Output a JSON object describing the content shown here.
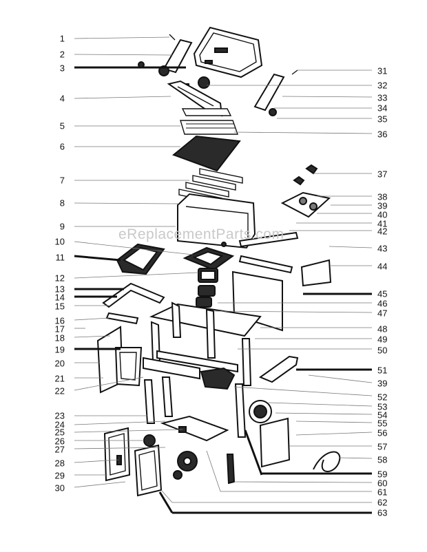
{
  "watermark": "eReplacementParts.com",
  "left_labels": [
    "1",
    "2",
    "3",
    "4",
    "5",
    "6",
    "7",
    "8",
    "9",
    "10",
    "11",
    "12",
    "13",
    "14",
    "15",
    "16",
    "17",
    "18",
    "19",
    "20",
    "21",
    "22",
    "23",
    "24",
    "25",
    "26",
    "27",
    "28",
    "29",
    "30"
  ],
  "right_labels": [
    "31",
    "32",
    "33",
    "34",
    "35",
    "36",
    "37",
    "38",
    "39",
    "40",
    "41",
    "42",
    "43",
    "44",
    "45",
    "46",
    "47",
    "48",
    "49",
    "50",
    "51",
    "39",
    "52",
    "53",
    "54",
    "55",
    "56",
    "57",
    "58",
    "59",
    "60",
    "61",
    "62",
    "63"
  ]
}
